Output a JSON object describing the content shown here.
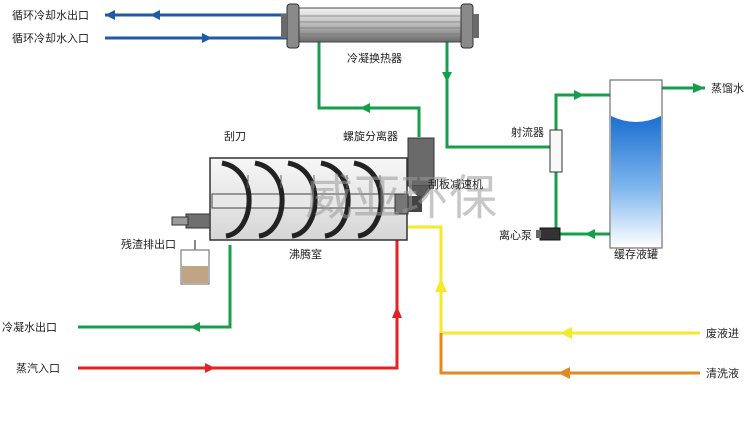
{
  "labels": {
    "cooling_water_outlet": "循环冷却水出口",
    "cooling_water_inlet": "循环冷却水入口",
    "condenser": "冷凝换热器",
    "scraper": "刮刀",
    "spiral_separator": "螺旋分离器",
    "scraper_reducer": "刮板减速机",
    "ejector": "射流器",
    "evaporated_water": "蒸馏水",
    "residue_outlet": "残渣排出口",
    "boiling_chamber": "沸腾室",
    "centrifugal_pump": "离心泵",
    "buffer_tank": "缓存液罐",
    "condensate_outlet": "冷凝水出口",
    "steam_inlet": "蒸汽入口",
    "waste_liquid_inlet": "废液进",
    "cleaning_liquid": "清洗液"
  },
  "watermark": "威亚环保",
  "colors": {
    "cooling_water": "#1f5aa6",
    "condensate": "#14a04a",
    "steam": "#e52222",
    "waste_liquid": "#f2ea2a",
    "cleaning_liquid": "#e08a22",
    "equipment": "#555555"
  }
}
